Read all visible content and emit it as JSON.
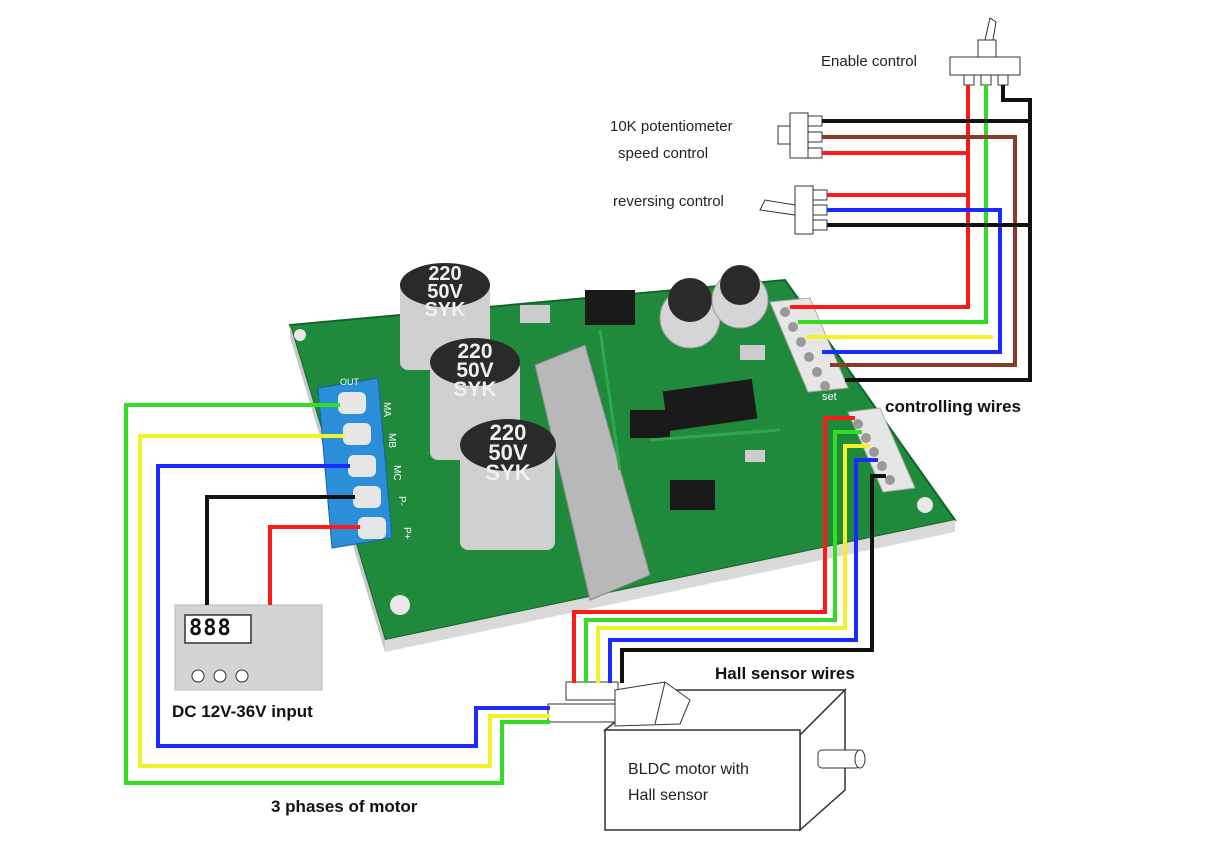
{
  "labels": {
    "enable_control": "Enable control",
    "potentiometer_line1": "10K potentiometer",
    "potentiometer_line2": "speed control",
    "reversing_control": "reversing control",
    "controlling_wires": "controlling wires",
    "hall_sensor_wires": "Hall sensor wires",
    "dc_input": "DC 12V-36V input",
    "three_phases": "3 phases of motor",
    "motor_line1": "BLDC  motor  with",
    "motor_line2": "Hall sensor"
  },
  "board": {
    "capacitor_text": [
      "220",
      "50V",
      "SYK"
    ],
    "power_terminal_labels": [
      "MA",
      "MB",
      "MC",
      "P-",
      "P+"
    ],
    "control_terminal_label": "set",
    "output_label": "OUT"
  },
  "psu": {
    "display": "888"
  },
  "colors": {
    "board_green": "#1f8a3c",
    "wire_red": "#ff1a1a",
    "wire_green": "#33dd22",
    "wire_yellow": "#f2f22a",
    "wire_blue": "#1a2bff",
    "wire_brown": "#8b3a2a",
    "wire_black": "#111111"
  }
}
